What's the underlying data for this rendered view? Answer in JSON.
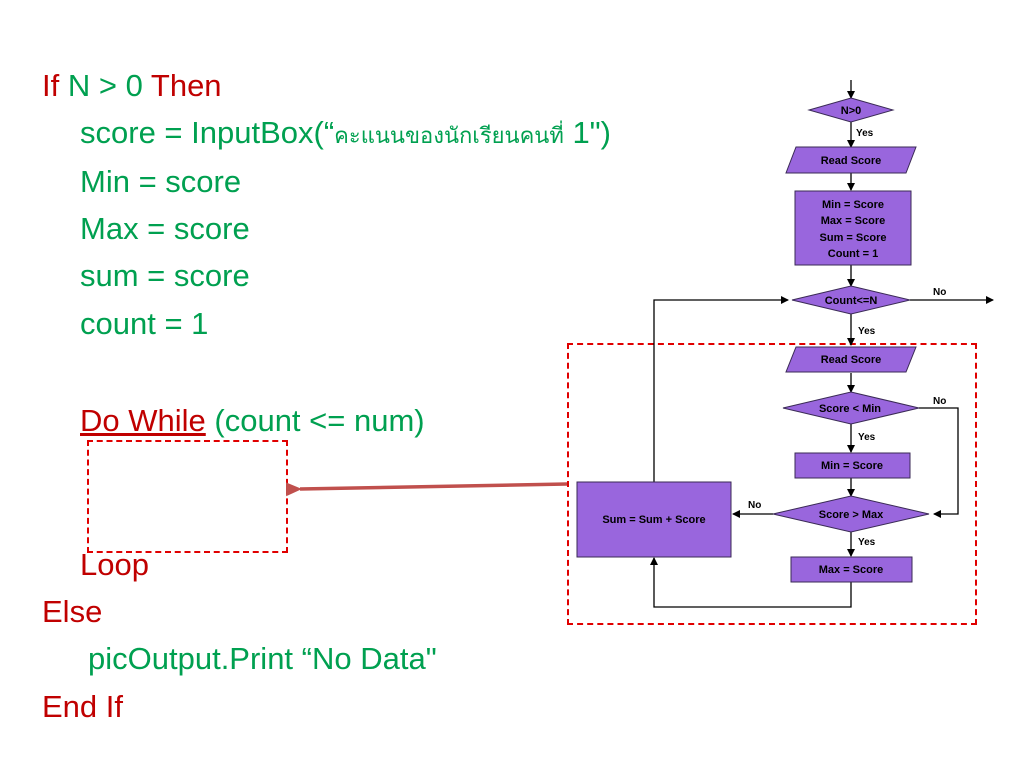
{
  "code": {
    "if_kw": "If",
    "if_cond": "N > 0",
    "then_kw": "Then",
    "score_prefix": "score = InputBox(“",
    "score_thai": "คะแนนของนักเรียนคนที่",
    "score_suffix": " 1\")",
    "min_line": "Min = score",
    "max_line": "Max = score",
    "sum_line": "sum = score",
    "count_line": "count = 1",
    "do_while_kw": "Do While",
    "do_while_cond": "(count <= num)",
    "loop_kw": "Loop",
    "else_kw": "Else",
    "print_line": "picOutput.Print “No Data\"",
    "endif_kw": "End If"
  },
  "flowchart": {
    "decision_n": "N>0",
    "yes1": "Yes",
    "read_score_1": "Read Score",
    "init_lines": [
      "Min = Score",
      "Max = Score",
      "Sum = Score",
      "Count = 1"
    ],
    "decision_count": "Count<=N",
    "no_count": "No",
    "yes2": "Yes",
    "read_score_2": "Read Score",
    "decision_min": "Score < Min",
    "no_min": "No",
    "yes3": "Yes",
    "assign_min": "Min = Score",
    "decision_max": "Score > Max",
    "no_max": "No",
    "yes4": "Yes",
    "assign_max": "Max = Score",
    "sum_box": "Sum = Sum + Score"
  },
  "colors": {
    "keyword": "#c00000",
    "code_text": "#00a050",
    "shape_fill": "#9966dd",
    "dashed_border": "#e00000",
    "arrow": "#c0504d"
  }
}
